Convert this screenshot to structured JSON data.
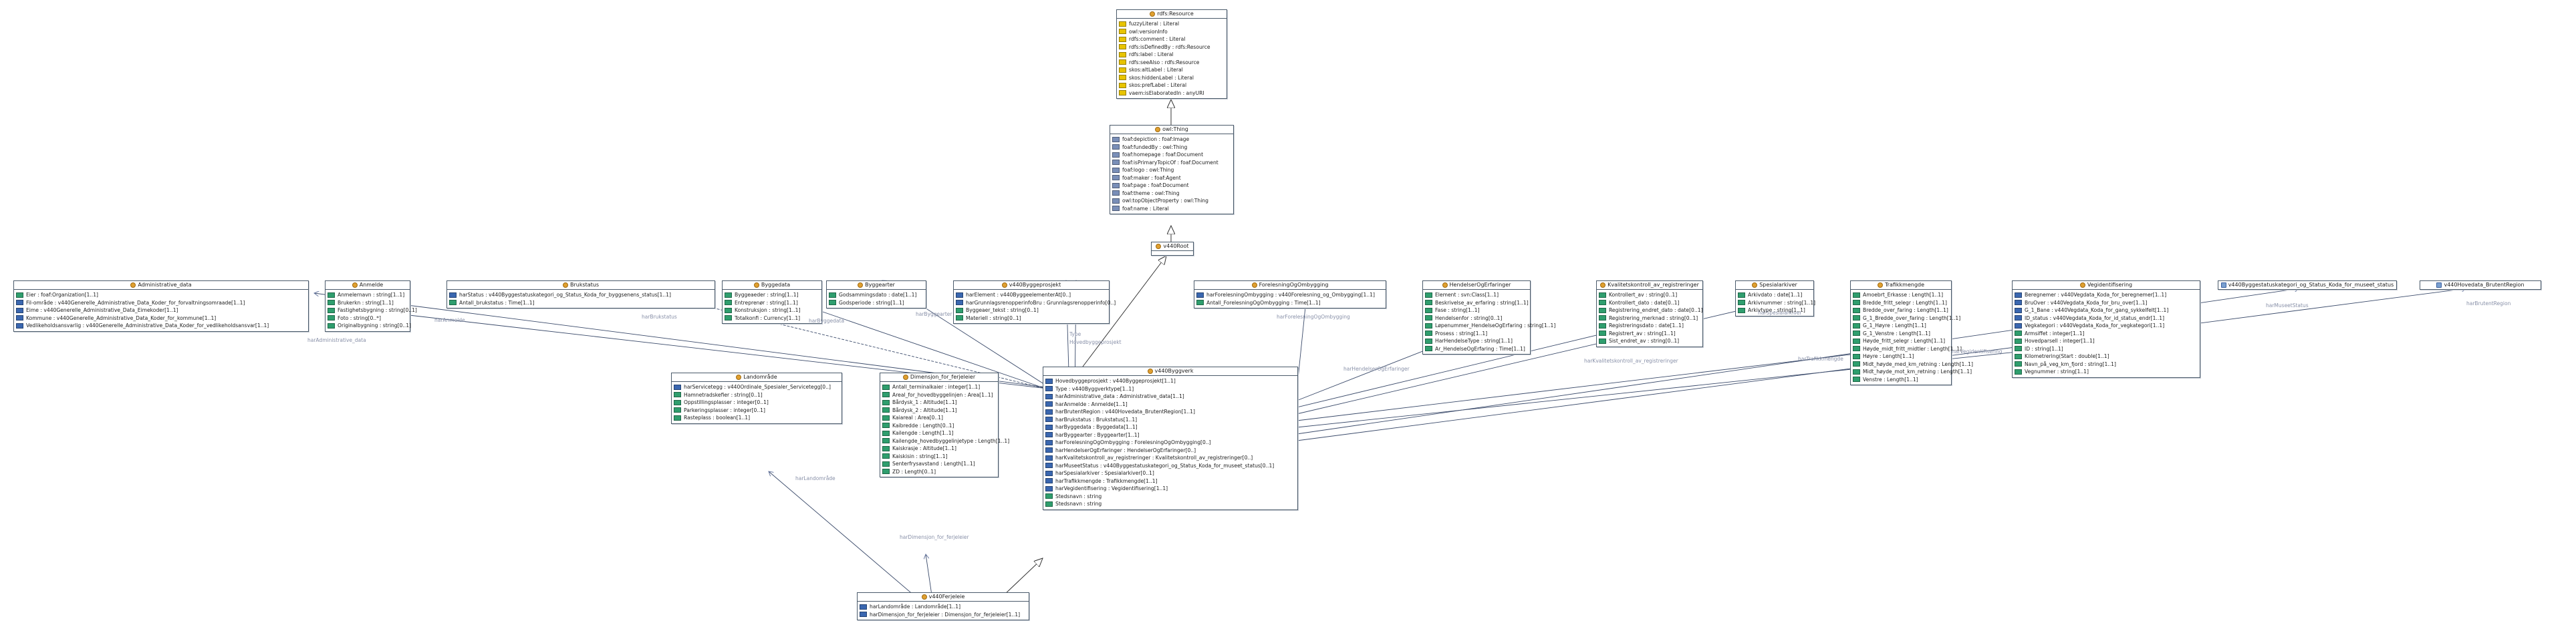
{
  "colors": {
    "annotation": "#e8c400",
    "datatype_property": "#2f9e6e",
    "object_property": "#3a67b0",
    "generic_property": "#7a8fb8",
    "class_icon": "#e0a030"
  },
  "classes": [
    {
      "id": "rdfs_resource",
      "name": "rdfs:Resource",
      "attrs": [
        {
          "kind": "ann",
          "text": "fuzzyLiteral : Literal"
        },
        {
          "kind": "ann",
          "text": "owl:versionInfo"
        },
        {
          "kind": "ann",
          "text": "rdfs:comment : Literal"
        },
        {
          "kind": "ann",
          "text": "rdfs:isDefinedBy : rdfs:Resource"
        },
        {
          "kind": "ann",
          "text": "rdfs:label : Literal"
        },
        {
          "kind": "ann",
          "text": "rdfs:seeAlso : rdfs:Resource"
        },
        {
          "kind": "ann",
          "text": "skos:altLabel : Literal"
        },
        {
          "kind": "ann",
          "text": "skos:hiddenLabel : Literal"
        },
        {
          "kind": "ann",
          "text": "skos:prefLabel : Literal"
        },
        {
          "kind": "ann",
          "text": "vaem:isElaboratedIn : anyURI"
        }
      ]
    },
    {
      "id": "owl_thing",
      "name": "owl:Thing",
      "attrs": [
        {
          "kind": "gen",
          "text": "foaf:depiction : foaf:Image"
        },
        {
          "kind": "gen",
          "text": "foaf:fundedBy : owl:Thing"
        },
        {
          "kind": "gen",
          "text": "foaf:homepage : foaf:Document"
        },
        {
          "kind": "gen",
          "text": "foaf:isPrimaryTopicOf : foaf:Document"
        },
        {
          "kind": "gen",
          "text": "foaf:logo : owl:Thing"
        },
        {
          "kind": "gen",
          "text": "foaf:maker : foaf:Agent"
        },
        {
          "kind": "gen",
          "text": "foaf:page : foaf:Document"
        },
        {
          "kind": "gen",
          "text": "foaf:theme : owl:Thing"
        },
        {
          "kind": "gen",
          "text": "owl:topObjectProperty : owl:Thing"
        },
        {
          "kind": "gen",
          "text": "foaf:name : Literal"
        }
      ]
    },
    {
      "id": "v440_root",
      "name": "v440Root",
      "attrs": []
    },
    {
      "id": "administrative_data",
      "name": "Administrative_data",
      "attrs": [
        {
          "kind": "dtp",
          "text": "Eier : foaf:Organization[1..1]"
        },
        {
          "kind": "obj",
          "text": "Fil-område : v440Generelle_Administrative_Data_Koder_for_forvaltningsomraade[1..1]"
        },
        {
          "kind": "obj",
          "text": "Eime : v440Generelle_Administrative_Data_Eimekoder[1..1]"
        },
        {
          "kind": "obj",
          "text": "Kommune : v440Generelle_Administrative_Data_Koder_for_kommune[1..1]"
        },
        {
          "kind": "obj",
          "text": "Vedlikeholdsansvarlig : v440Generelle_Administrative_Data_Koder_for_vedlikeholdsansvar[1..1]"
        }
      ]
    },
    {
      "id": "anmelde",
      "name": "Anmelde",
      "attrs": [
        {
          "kind": "dtp",
          "text": "Anmelernavn : string[1..1]"
        },
        {
          "kind": "dtp",
          "text": "Brukerkn : string[1..1]"
        },
        {
          "kind": "dtp",
          "text": "Fastighetsbygning : string[0..1]"
        },
        {
          "kind": "dtp",
          "text": "Foto : string[0..*]"
        },
        {
          "kind": "dtp",
          "text": "Originalbygning : string[0..1]"
        }
      ]
    },
    {
      "id": "brukstatus",
      "name": "Brukstatus",
      "attrs": [
        {
          "kind": "obj",
          "text": "harStatus : v440Byggestatuskategori_og_Status_Koda_for_byggsenens_status[1..1]"
        },
        {
          "kind": "dtp",
          "text": "Antall_brukstatus : Time[1..1]"
        }
      ]
    },
    {
      "id": "byggedata",
      "name": "Byggedata",
      "attrs": [
        {
          "kind": "dtp",
          "text": "Byggeaeder : string[1..1]"
        },
        {
          "kind": "dtp",
          "text": "Entreprenør : string[1..1]"
        },
        {
          "kind": "dtp",
          "text": "Konstruksjon : string[1..1]"
        },
        {
          "kind": "dtp",
          "text": "Totalkonfi : Currency[1..1]"
        }
      ]
    },
    {
      "id": "byggearter",
      "name": "Byggearter",
      "attrs": [
        {
          "kind": "dtp",
          "text": "Godsammingsdato : date[1..1]"
        },
        {
          "kind": "dtp",
          "text": "Godsperiode : string[1..1]"
        }
      ]
    },
    {
      "id": "v440_byggeprosjekt",
      "name": "v440Byggeprosjekt",
      "attrs": [
        {
          "kind": "obj",
          "text": "harElement : v440ByggeelementerAt[0..]"
        },
        {
          "kind": "obj",
          "text": "harGrunnlagsrenopperinfoBru : Grunnlagsrenopperinfo[0..]"
        },
        {
          "kind": "dtp",
          "text": "Byggeaer_tekst : string[0..1]"
        },
        {
          "kind": "dtp",
          "text": "Materiell : string[0..1]"
        }
      ]
    },
    {
      "id": "forelesning",
      "name": "ForelesningOgOmbygging",
      "attrs": [
        {
          "kind": "obj",
          "text": "harForelesningOmbygging : v440Forelesning_og_Ombygging[1..1]"
        },
        {
          "kind": "dtp",
          "text": "Antall_ForelesningOgOmbygging : Time[1..1]"
        }
      ]
    },
    {
      "id": "hendelser",
      "name": "HendelserOgErfaringer",
      "attrs": [
        {
          "kind": "dtp",
          "text": "Element : svn:Class[1..1]"
        },
        {
          "kind": "dtp",
          "text": "Beskrivelse_av_erfaring : string[1..1]"
        },
        {
          "kind": "dtp",
          "text": "Fase : string[1..1]"
        },
        {
          "kind": "dtp",
          "text": "Hendelsenfor : string[0..1]"
        },
        {
          "kind": "dtp",
          "text": "Løpenummer_HendelseOgErfaring : string[1..1]"
        },
        {
          "kind": "dtp",
          "text": "Prosess : string[1..1]"
        },
        {
          "kind": "dtp",
          "text": "HarHendelseType : string[1..1]"
        },
        {
          "kind": "dtp",
          "text": "Ar_HendelseOgErfaring : Time[1..1]"
        }
      ]
    },
    {
      "id": "kvalitetskontroll",
      "name": "Kvalitetskontroll_av_registreringer",
      "attrs": [
        {
          "kind": "dtp",
          "text": "Kontrollert_av : string[0..1]"
        },
        {
          "kind": "dtp",
          "text": "Kontrollert_dato : date[0..1]"
        },
        {
          "kind": "dtp",
          "text": "Registrering_endret_dato : date[0..1]"
        },
        {
          "kind": "dtp",
          "text": "Registrering_merknad : string[0..1]"
        },
        {
          "kind": "dtp",
          "text": "Registreringsdato : date[1..1]"
        },
        {
          "kind": "dtp",
          "text": "Registrert_av : string[1..1]"
        },
        {
          "kind": "dtp",
          "text": "Sist_endret_av : string[0..1]"
        }
      ]
    },
    {
      "id": "spesialarkiver",
      "name": "Spesialarkiver",
      "attrs": [
        {
          "kind": "dtp",
          "text": "Arkivdato : date[1..1]"
        },
        {
          "kind": "dtp",
          "text": "Arkivnummer : string[1..1]"
        },
        {
          "kind": "dtp",
          "text": "Arkivtype : string[1..1]"
        }
      ]
    },
    {
      "id": "trafikkmengde",
      "name": "Trafikkmengde",
      "attrs": [
        {
          "kind": "dtp",
          "text": "Amoebrt_Erkasse : Length[1..1]"
        },
        {
          "kind": "dtp",
          "text": "Bredde_fritt_selegr : Length[1..1]"
        },
        {
          "kind": "dtp",
          "text": "Bredde_over_faring : Length[1..1]"
        },
        {
          "kind": "dtp",
          "text": "G_1_Bredde_over_faring : Length[1..1]"
        },
        {
          "kind": "dtp",
          "text": "G_1_Høyre : Length[1..1]"
        },
        {
          "kind": "dtp",
          "text": "G_1_Venstre : Length[1..1]"
        },
        {
          "kind": "dtp",
          "text": "Høyde_fritt_selegr : Length[1..1]"
        },
        {
          "kind": "dtp",
          "text": "Høyde_midt_fritt_midtler : Length[1..1]"
        },
        {
          "kind": "dtp",
          "text": "Høyre : Length[1..1]"
        },
        {
          "kind": "dtp",
          "text": "Midt_høyde_med_km_retning : Length[1..1]"
        },
        {
          "kind": "dtp",
          "text": "Midt_høyde_mot_km_retning : Length[1..1]"
        },
        {
          "kind": "dtp",
          "text": "Venstre : Length[1..1]"
        }
      ]
    },
    {
      "id": "vegidentifisering",
      "name": "Vegidentifisering",
      "attrs": [
        {
          "kind": "obj",
          "text": "Beregnemer : v440Vegdata_Koda_for_beregnemer[1..1]"
        },
        {
          "kind": "obj",
          "text": "BruOver : v440Vegdata_Koda_for_bru_over[1..1]"
        },
        {
          "kind": "obj",
          "text": "G_1_Bane : v440Vegdata_Koda_for_gang_sykkelfelt[1..1]"
        },
        {
          "kind": "obj",
          "text": "ID_status : v440Vegdata_Koda_for_id_status_endr[1..1]"
        },
        {
          "kind": "obj",
          "text": "Vegkategori : v440Vegdata_Koda_for_vegkategori[1..1]"
        },
        {
          "kind": "dtp",
          "text": "Armsiffet : integer[1..1]"
        },
        {
          "kind": "dtp",
          "text": "Hovedparsell : integer[1..1]"
        },
        {
          "kind": "dtp",
          "text": "ID : string[1..1]"
        },
        {
          "kind": "dtp",
          "text": "Kilometrering(Start : double[1..1]"
        },
        {
          "kind": "dtp",
          "text": "Navn_på_veg_km_fjord : string[1..1]"
        },
        {
          "kind": "dtp",
          "text": "Vegnummer : string[1..1]"
        }
      ]
    },
    {
      "id": "status_enum",
      "name": "v440Byggestatuskategori_og_Status_Koda_for_museet_status",
      "attrs": []
    },
    {
      "id": "brutent_enum",
      "name": "v440Hovedata_BrutentRegion",
      "attrs": []
    },
    {
      "id": "landomrade",
      "name": "Landområde",
      "attrs": [
        {
          "kind": "obj",
          "text": "harServicetegg : v440Ordinale_Spesialer_Servicetegg[0..]"
        },
        {
          "kind": "dtp",
          "text": "Hamnetradskefier : string[0..1]"
        },
        {
          "kind": "dtp",
          "text": "Oppstillingsplasser : integer[0..1]"
        },
        {
          "kind": "dtp",
          "text": "Parkeringsplasser : integer[0..1]"
        },
        {
          "kind": "dtp",
          "text": "Rasteplass : boolean[1..1]"
        }
      ]
    },
    {
      "id": "dimensjon",
      "name": "Dimensjon_for_ferjeleier",
      "attrs": [
        {
          "kind": "dtp",
          "text": "Antall_terminalkaier : integer[1..1]"
        },
        {
          "kind": "dtp",
          "text": "Areal_for_hovedbyggelinjen : Area[1..1]"
        },
        {
          "kind": "dtp",
          "text": "Bårdysk_1 : Altitude[1..1]"
        },
        {
          "kind": "dtp",
          "text": "Bårdysk_2 : Altitude[1..1]"
        },
        {
          "kind": "dtp",
          "text": "Kaiareal : Area[0..1]"
        },
        {
          "kind": "dtp",
          "text": "Kaibredde : Length[0..1]"
        },
        {
          "kind": "dtp",
          "text": "Kailengde : Length[1..1]"
        },
        {
          "kind": "dtp",
          "text": "Kailengde_hovedbyggelinjetype : Length[1..1]"
        },
        {
          "kind": "dtp",
          "text": "Kaiskrasje : Altitude[1..1]"
        },
        {
          "kind": "dtp",
          "text": "Kaiskisin : string[1..1]"
        },
        {
          "kind": "dtp",
          "text": "Senterfrysavstand : Length[1..1]"
        },
        {
          "kind": "dtp",
          "text": "ZD : Length[0..1]"
        }
      ]
    },
    {
      "id": "v440_byggverk",
      "name": "v440Byggverk",
      "attrs": [
        {
          "kind": "obj",
          "text": "Hovedbyggeprosjekt : v440Byggeprosjekt[1..1]"
        },
        {
          "kind": "obj",
          "text": "Type : v440Byggverktype[1..1]"
        },
        {
          "kind": "obj",
          "text": "harAdministrative_data : Administrative_data[1..1]"
        },
        {
          "kind": "obj",
          "text": "harAnmelde : Anmelde[1..1]"
        },
        {
          "kind": "obj",
          "text": "harBrutentRegion : v440Hovedata_BrutentRegion[1..1]"
        },
        {
          "kind": "obj",
          "text": "harBrukstatus : Brukstatus[1..1]"
        },
        {
          "kind": "obj",
          "text": "harByggedata : Byggedata[1..1]"
        },
        {
          "kind": "obj",
          "text": "harByggearter : Byggearter[1..1]"
        },
        {
          "kind": "obj",
          "text": "harForelesningOgOmbygging : ForelesningOgOmbygging[0..]"
        },
        {
          "kind": "obj",
          "text": "harHendelserOgErfaringer : HendelserOgErfaringer[0..]"
        },
        {
          "kind": "obj",
          "text": "harKvalitetskontroll_av_registreringer : Kvalitetskontroll_av_registreringer[0..]"
        },
        {
          "kind": "obj",
          "text": "harMuseetStatus : v440Byggestatuskategori_og_Status_Koda_for_museet_status[0..1]"
        },
        {
          "kind": "obj",
          "text": "harSpesialarkiver : Spesialarkiver[0..1]"
        },
        {
          "kind": "obj",
          "text": "harTrafikkmengde : Trafikkmengde[1..1]"
        },
        {
          "kind": "obj",
          "text": "harVegidentifisering : Vegidentifisering[1..1]"
        },
        {
          "kind": "dtp",
          "text": "Stedsnavn : string"
        },
        {
          "kind": "dtp",
          "text": "Stedsnavn : string"
        }
      ]
    },
    {
      "id": "v440_ferjeleie",
      "name": "v440Ferjeleie",
      "attrs": [
        {
          "kind": "obj",
          "text": "harLandområde : Landområde[1..1]"
        },
        {
          "kind": "obj",
          "text": "harDimensjon_for_ferjeleier : Dimensjon_for_ferjeleier[1..1]"
        }
      ]
    }
  ],
  "edge_labels": [
    {
      "id": "el_admin",
      "text": "harAdministrative_data"
    },
    {
      "id": "el_anmelde",
      "text": "harAnmelde"
    },
    {
      "id": "el_bruk",
      "text": "harBrukstatus"
    },
    {
      "id": "el_byggedata",
      "text": "harByggedata"
    },
    {
      "id": "el_byggearter",
      "text": "harByggearter"
    },
    {
      "id": "el_type",
      "text": "Type"
    },
    {
      "id": "el_hovedbyggeprosjekt",
      "text": "Hovedbyggeprosjekt"
    },
    {
      "id": "el_forelesning",
      "text": "harForelesningOgOmbygging"
    },
    {
      "id": "el_hendelser",
      "text": "harHendelserOgErfaringer"
    },
    {
      "id": "el_kvalitet",
      "text": "harKvalitetskontroll_av_registreringer"
    },
    {
      "id": "el_spesial",
      "text": "harSpesialarkiver"
    },
    {
      "id": "el_trafikk",
      "text": "harTrafikkmengde"
    },
    {
      "id": "el_vegid",
      "text": "harVegidentifisering"
    },
    {
      "id": "el_museet",
      "text": "harMuseetStatus"
    },
    {
      "id": "el_brutent",
      "text": "harBrutentRegion"
    },
    {
      "id": "el_landomrade",
      "text": "harLandområde"
    },
    {
      "id": "el_dimensjon",
      "text": "harDimensjon_for_ferjeleier"
    }
  ]
}
